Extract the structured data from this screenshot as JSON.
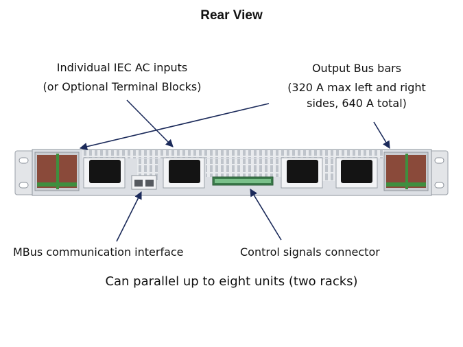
{
  "title": "Rear View",
  "labels": {
    "ac_inputs_line1": "Individual IEC AC inputs",
    "ac_inputs_line2": "(or Optional Terminal Blocks)",
    "bus_bars_line1": "Output Bus bars",
    "bus_bars_line2": "(320 A max left and right",
    "bus_bars_line3": "sides, 640 A total)",
    "mbus": "MBus communication interface",
    "control": "Control signals connector"
  },
  "caption": "Can parallel up to eight units (two racks)",
  "colors": {
    "chassis": "#dcdfe4",
    "busbar": "#8a4a3a",
    "busbar_green": "#3f8f3f",
    "iec_socket": "#141414",
    "arrow": "#1b2a5a"
  }
}
